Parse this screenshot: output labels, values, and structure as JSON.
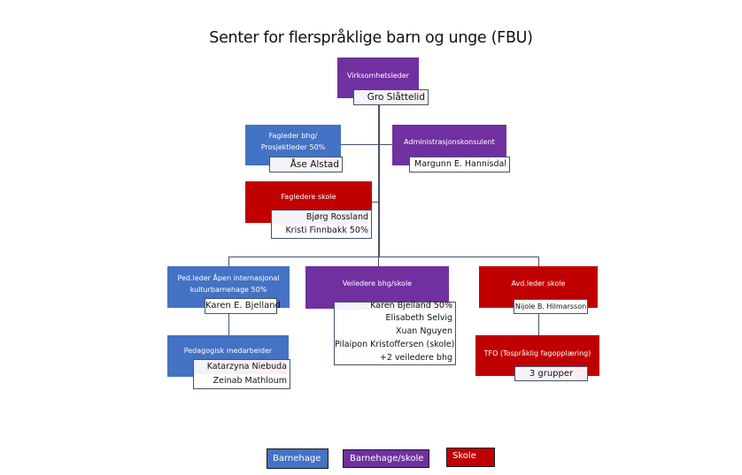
{
  "title": "Senter for flerspråklige barn og unge (FBU)",
  "colors": {
    "barnehage": "#4472c4",
    "barnehage_skole": "#7030a0",
    "skole": "#c00000",
    "connector": "#44546a"
  },
  "nodes": {
    "virksomhetsleder": {
      "role": "Virksomhetsleder",
      "names": [
        "Gro Slåttelid"
      ],
      "category": "barnehage_skole"
    },
    "fagleder_bhg": {
      "role_line1": "Fagleder bhg/",
      "role_line2": "Prosjektleder 50%",
      "names": [
        "Åse Alstad"
      ],
      "category": "barnehage"
    },
    "administrasjonskonsulent": {
      "role": "Administrasjonskonsulent",
      "names": [
        "Margunn E. Hannisdal"
      ],
      "category": "barnehage_skole"
    },
    "fagledere_skole": {
      "role": "Fagledere skole",
      "names": [
        "Bjørg Rossland",
        "Kristi Finnbakk 50%"
      ],
      "category": "skole"
    },
    "ped_leder": {
      "role_line1": "Ped.leder Åpen internasjonal",
      "role_line2": "kulturbarnehage 50%",
      "names": [
        "Karen E. Bjelland"
      ],
      "category": "barnehage"
    },
    "pedagogisk_medarbeider": {
      "role": "Pedagogisk medarbeider",
      "names": [
        "Katarzyna Niebuda",
        "Zeinab Mathloum"
      ],
      "category": "barnehage"
    },
    "veiledere": {
      "role": "Veiledere bhg/skole",
      "names": [
        "Karen Bjelland 50%",
        "Elisabeth Selvig",
        "Xuan Nguyen",
        "Pilaipon Kristoffersen (skole)",
        "+2 veiledere bhg"
      ],
      "category": "barnehage_skole"
    },
    "avd_leder_skole": {
      "role": "Avd.leder skole",
      "names": [
        "Nijole B. Hilmarsson"
      ],
      "category": "skole"
    },
    "tfo": {
      "role": "TFO (Tospråklig fagopplæring)",
      "names": [
        "3 grupper"
      ],
      "category": "skole"
    }
  },
  "legend": [
    {
      "label": "Barnehage",
      "category": "barnehage"
    },
    {
      "label": "Barnehage/skole",
      "category": "barnehage_skole"
    },
    {
      "label": "Skole",
      "category": "skole"
    }
  ]
}
